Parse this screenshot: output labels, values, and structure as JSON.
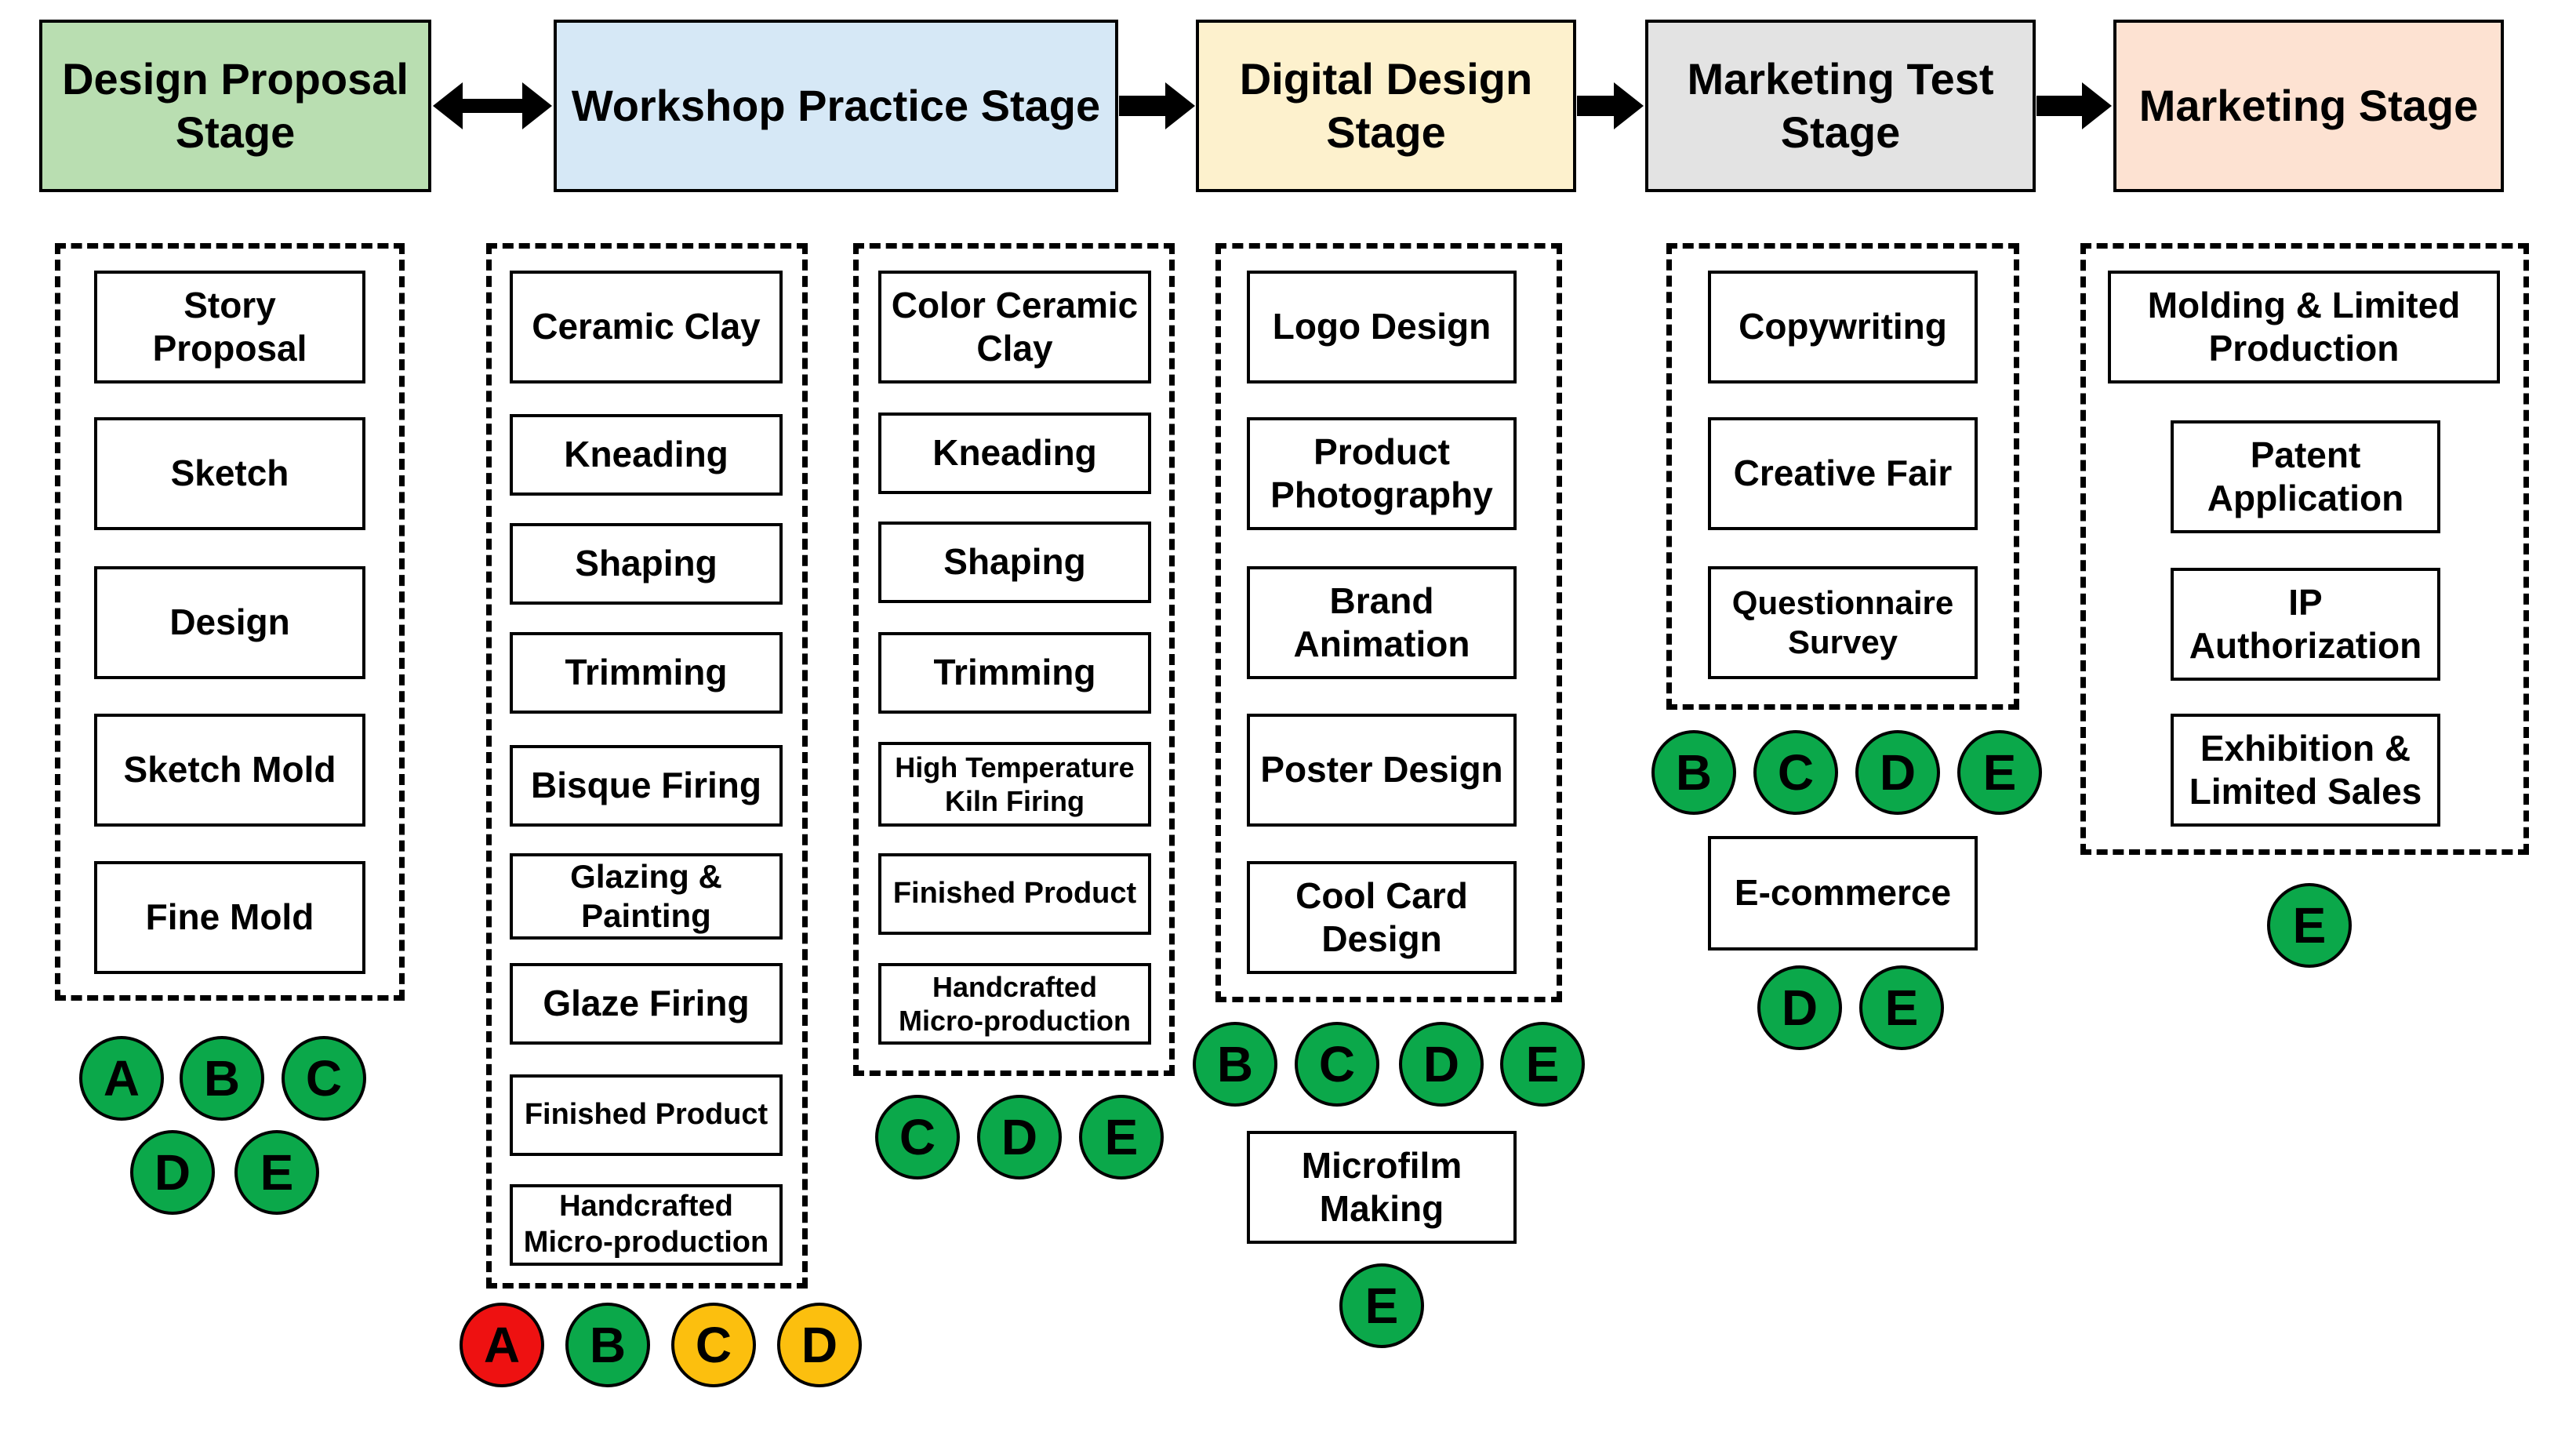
{
  "colors": {
    "stage_fills": [
      "#b9deb1",
      "#d6e8f6",
      "#fdf1cd",
      "#e3e3e3",
      "#fde2d2"
    ],
    "badge_green": "#0ba84a",
    "badge_red": "#ee1111",
    "badge_yellow": "#fcbf0e",
    "arrow": "#000000"
  },
  "stages": [
    {
      "title": "Design Proposal Stage"
    },
    {
      "title": "Workshop Practice Stage"
    },
    {
      "title": "Digital Design Stage"
    },
    {
      "title": "Marketing Test Stage"
    },
    {
      "title": "Marketing Stage"
    }
  ],
  "arrows": [
    {
      "from": "Design Proposal Stage",
      "to": "Workshop Practice Stage",
      "style": "double-headed"
    },
    {
      "from": "Workshop Practice Stage",
      "to": "Digital Design Stage",
      "style": "single-headed"
    },
    {
      "from": "Digital Design Stage",
      "to": "Marketing Test Stage",
      "style": "single-headed"
    },
    {
      "from": "Marketing Test Stage",
      "to": "Marketing Stage",
      "style": "single-headed"
    }
  ],
  "groups": [
    {
      "items": [
        "Story Proposal",
        "Sketch",
        "Design",
        "Sketch Mold",
        "Fine Mold"
      ]
    },
    {
      "items": [
        "Ceramic Clay",
        "Kneading",
        "Shaping",
        "Trimming",
        "Bisque Firing",
        "Glazing & Painting",
        "Glaze Firing",
        "Finished Product",
        "Handcrafted Micro-production"
      ]
    },
    {
      "items": [
        "Color Ceramic Clay",
        "Kneading",
        "Shaping",
        "Trimming",
        "High Temperature Kiln Firing",
        "Finished Product",
        "Handcrafted Micro-production"
      ]
    },
    {
      "items": [
        "Logo Design",
        "Product Photography",
        "Brand Animation",
        "Poster Design",
        "Cool Card Design"
      ]
    },
    {
      "items": [
        "Copywriting",
        "Creative Fair",
        "Questionnaire Survey"
      ]
    },
    {
      "items": [
        "Molding & Limited Production",
        "Patent Application",
        "IP Authorization",
        "Exhibition & Limited Sales"
      ]
    }
  ],
  "extra_items": [
    {
      "label": "E-commerce"
    },
    {
      "label": "Microfilm Making"
    }
  ],
  "badge_sets": [
    {
      "name": "group-1-badges",
      "badges": [
        {
          "letter": "A",
          "color": "green"
        },
        {
          "letter": "B",
          "color": "green"
        },
        {
          "letter": "C",
          "color": "green"
        },
        {
          "letter": "D",
          "color": "green"
        },
        {
          "letter": "E",
          "color": "green"
        }
      ]
    },
    {
      "name": "group-2-badges",
      "badges": [
        {
          "letter": "A",
          "color": "red"
        },
        {
          "letter": "B",
          "color": "green"
        },
        {
          "letter": "C",
          "color": "yellow"
        },
        {
          "letter": "D",
          "color": "yellow"
        }
      ]
    },
    {
      "name": "group-3-badges",
      "badges": [
        {
          "letter": "C",
          "color": "green"
        },
        {
          "letter": "D",
          "color": "green"
        },
        {
          "letter": "E",
          "color": "green"
        }
      ]
    },
    {
      "name": "group-4-badges",
      "badges": [
        {
          "letter": "B",
          "color": "green"
        },
        {
          "letter": "C",
          "color": "green"
        },
        {
          "letter": "D",
          "color": "green"
        },
        {
          "letter": "E",
          "color": "green"
        }
      ]
    },
    {
      "name": "microfilm-badges",
      "badges": [
        {
          "letter": "E",
          "color": "green"
        }
      ]
    },
    {
      "name": "group-5-badges",
      "badges": [
        {
          "letter": "B",
          "color": "green"
        },
        {
          "letter": "C",
          "color": "green"
        },
        {
          "letter": "D",
          "color": "green"
        },
        {
          "letter": "E",
          "color": "green"
        }
      ]
    },
    {
      "name": "ecommerce-badges",
      "badges": [
        {
          "letter": "D",
          "color": "green"
        },
        {
          "letter": "E",
          "color": "green"
        }
      ]
    },
    {
      "name": "group-6-badges",
      "badges": [
        {
          "letter": "E",
          "color": "green"
        }
      ]
    }
  ]
}
